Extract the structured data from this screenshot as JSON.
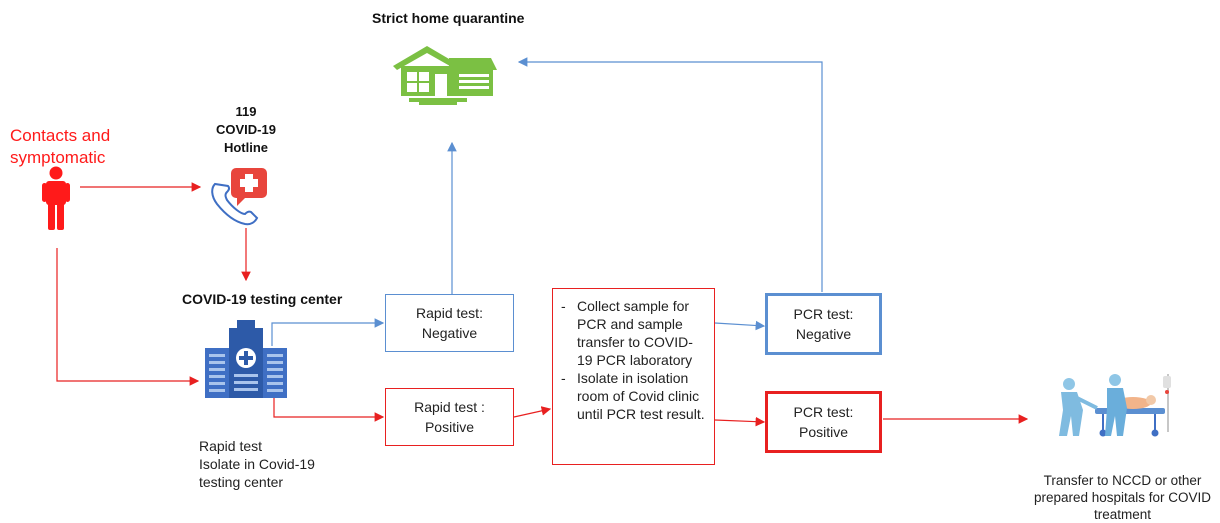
{
  "quarantine": {
    "title": "Strict home quarantine"
  },
  "contacts": {
    "line1": "Contacts and",
    "line2": "symptomatic"
  },
  "hotline": {
    "line1": "119",
    "line2": "COVID-19",
    "line3": "Hotline"
  },
  "testing_center": {
    "title": "COVID-19 testing center",
    "caption_line1": "Rapid test",
    "caption_line2": "Isolate in Covid-19",
    "caption_line3": "testing center"
  },
  "rapid_negative": {
    "line1": "Rapid test:",
    "line2": "Negative"
  },
  "rapid_positive": {
    "line1": "Rapid test :",
    "line2": "Positive"
  },
  "collect_box": {
    "items": [
      "Collect sample for PCR and sample transfer to COVID-19 PCR laboratory",
      "Isolate in isolation room of Covid clinic until PCR test result."
    ]
  },
  "pcr_negative": {
    "line1": "PCR test:",
    "line2": "Negative"
  },
  "pcr_positive": {
    "line1": "PCR test:",
    "line2": "Positive"
  },
  "transfer": {
    "line1": "Transfer to NCCD or other",
    "line2": "prepared hospitals for COVID",
    "line3": "treatment"
  },
  "colors": {
    "red": "#e82020",
    "blue": "#5b8fd1",
    "green": "#7bc043",
    "building_blue": "#3f6fc4"
  },
  "icons": [
    "person-icon",
    "phone-medical-icon",
    "hospital-building-icon",
    "house-icon",
    "medical-team-stretcher-icon"
  ]
}
